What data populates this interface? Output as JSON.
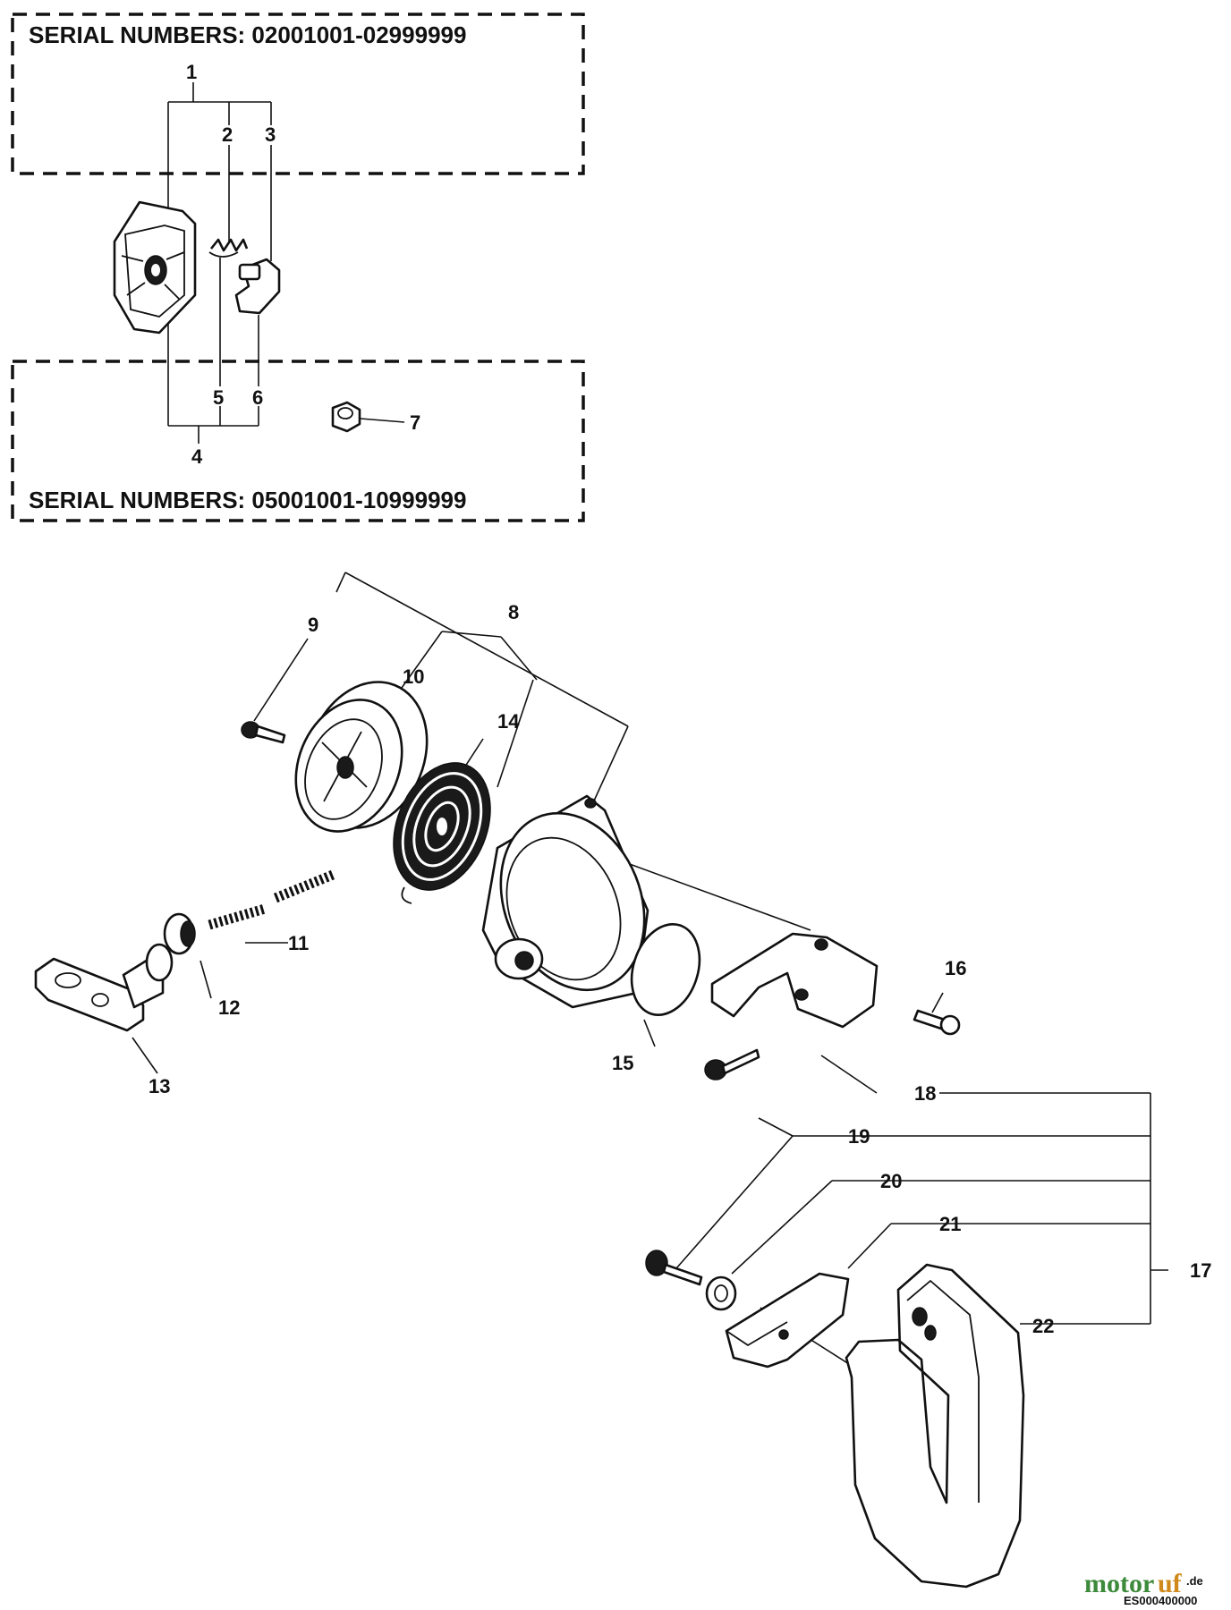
{
  "serial_ranges": {
    "top": "SERIAL NUMBERS: 02001001-02999999",
    "bottom": "SERIAL NUMBERS: 05001001-10999999"
  },
  "callouts": [
    "1",
    "2",
    "3",
    "4",
    "5",
    "6",
    "7",
    "8",
    "9",
    "10",
    "11",
    "12",
    "13",
    "14",
    "15",
    "16",
    "17",
    "18",
    "19",
    "20",
    "21",
    "22"
  ],
  "watermark": {
    "brand_a": "motor",
    "brand_b": "uf",
    "suffix": ".de"
  },
  "drawing_code": "ES000400000"
}
